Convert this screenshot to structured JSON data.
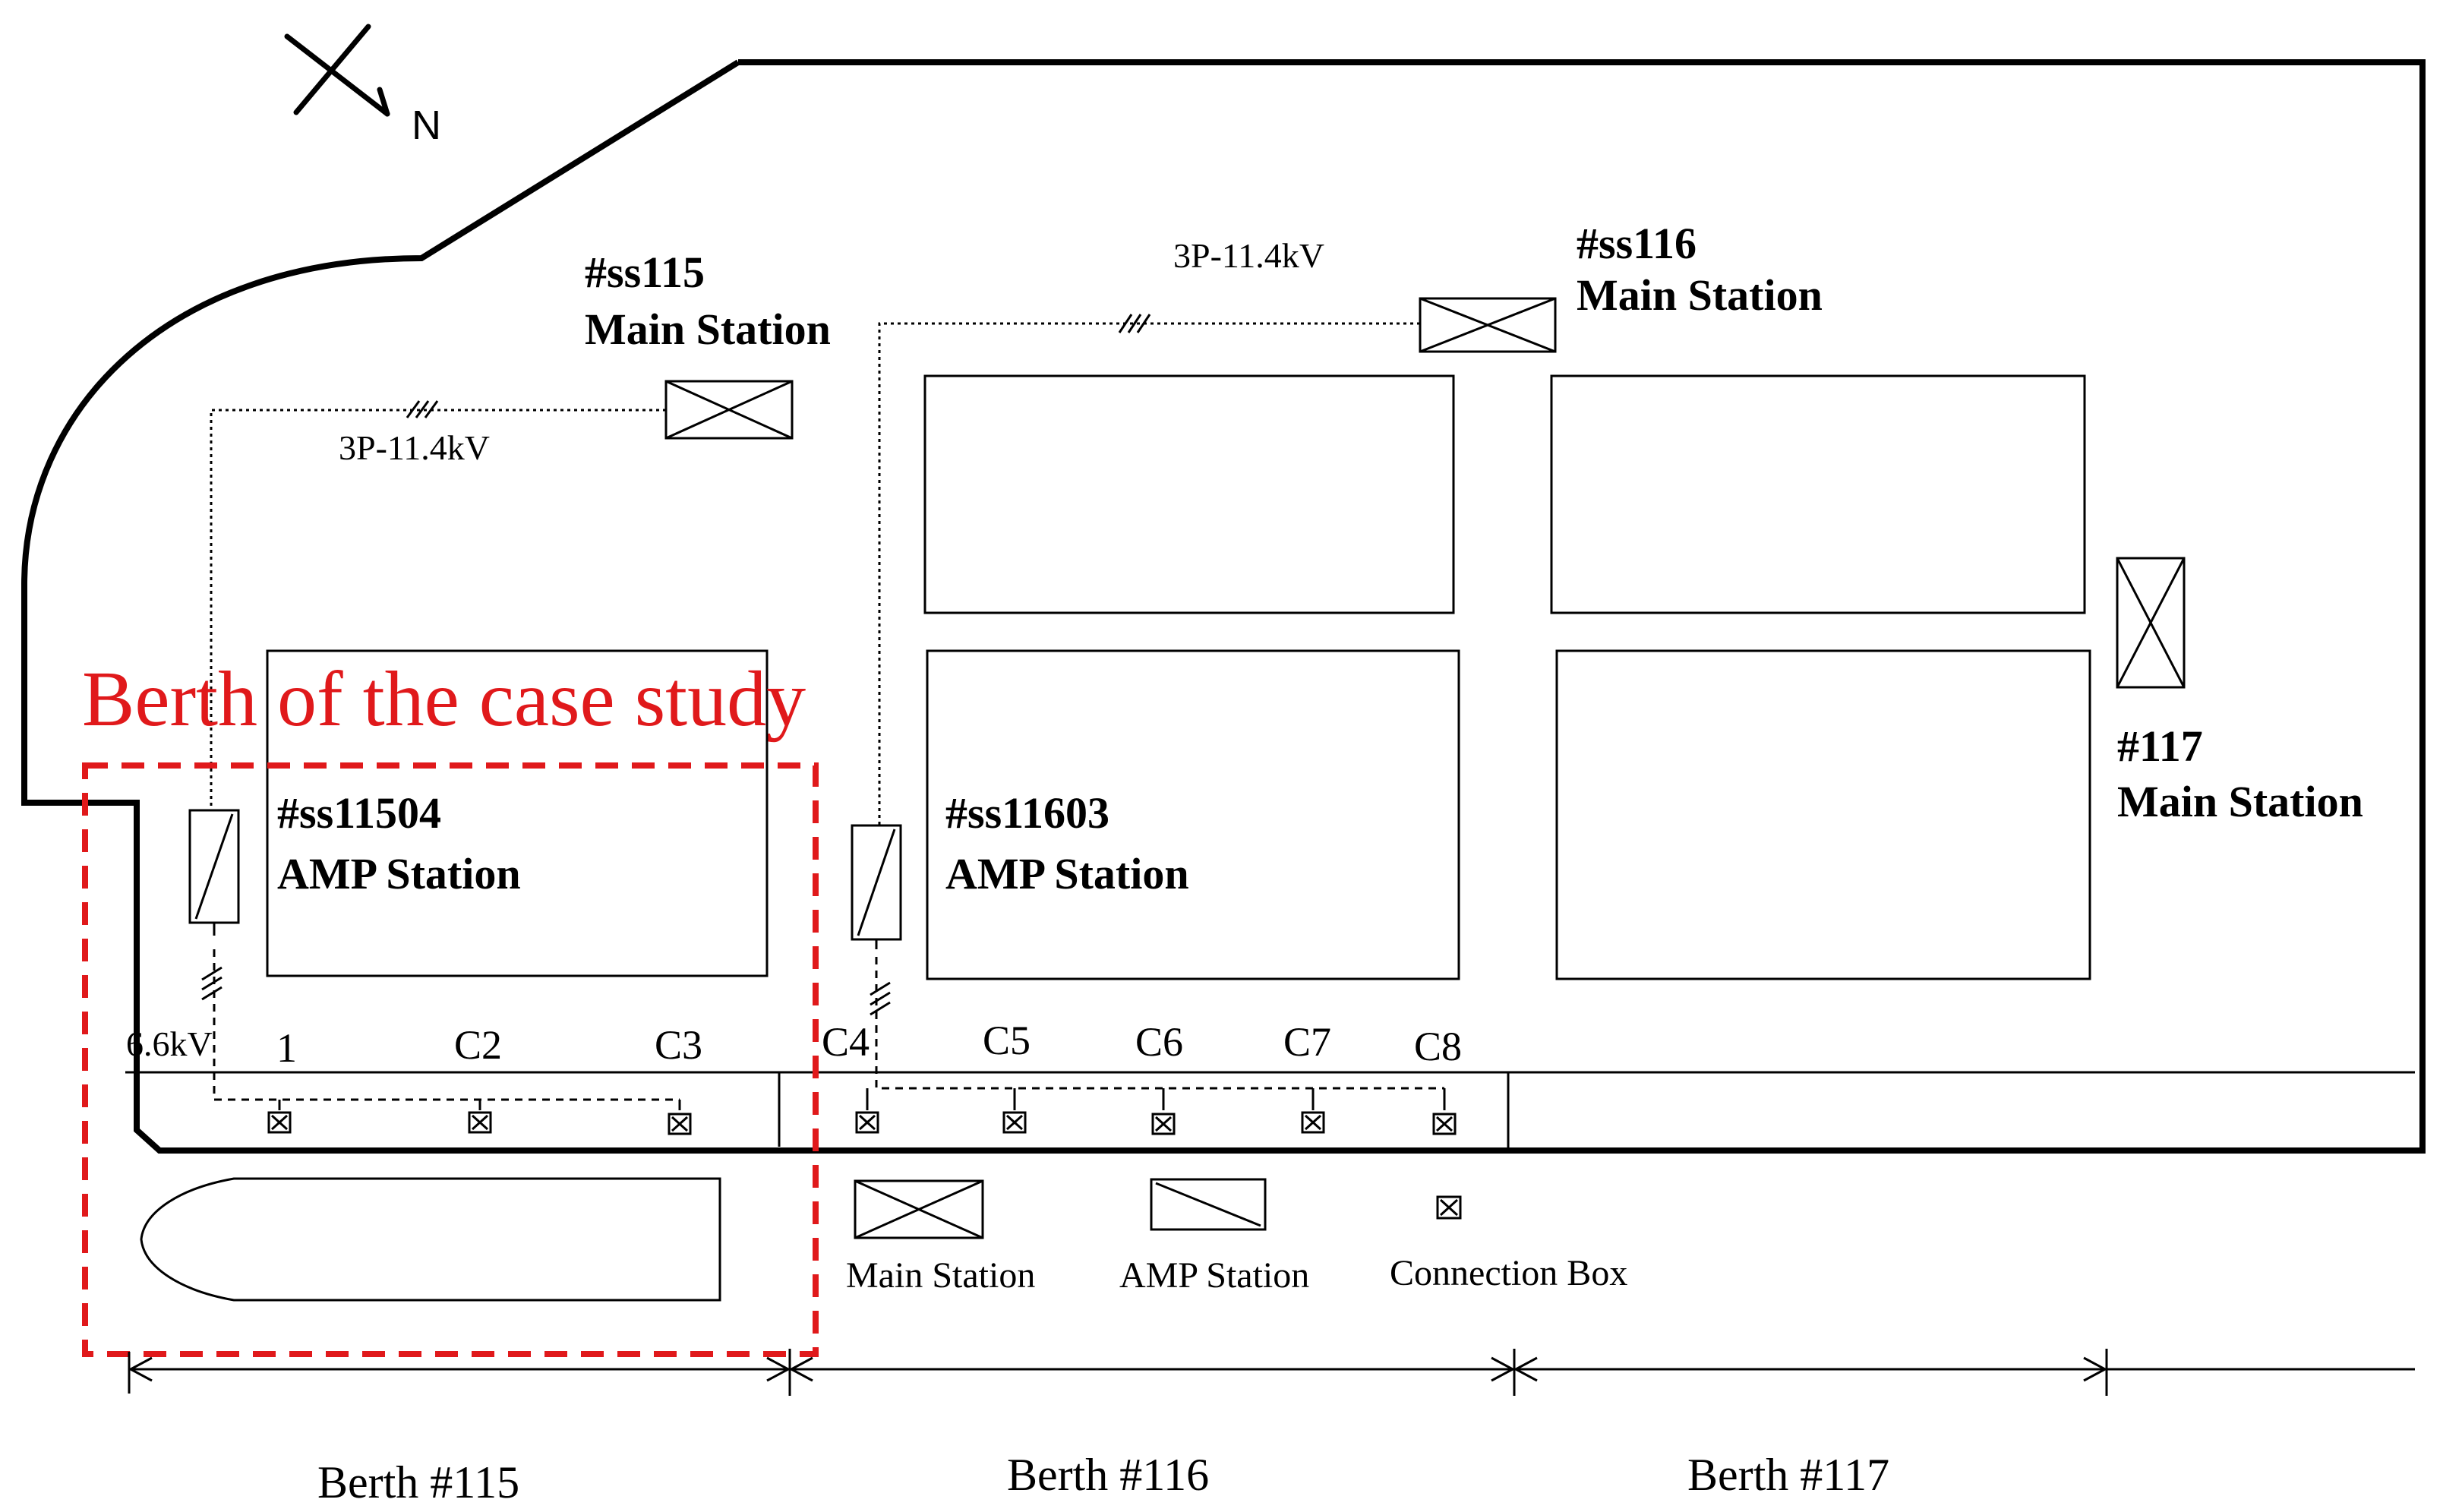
{
  "compass": {
    "label": "N"
  },
  "stations": {
    "ss115": {
      "id": "#ss115",
      "type": "Main Station"
    },
    "ss116": {
      "id": "#ss116",
      "type": "Main Station"
    },
    "ss117": {
      "id": "#117",
      "type": "Main Station"
    },
    "ss11504": {
      "id": "#ss11504",
      "type": "AMP Station"
    },
    "ss11603": {
      "id": "#ss11603",
      "type": "AMP Station"
    }
  },
  "cables": {
    "feeder_115": "3P-11.4kV",
    "feeder_116": "3P-11.4kV",
    "amp_115": "6.6kV"
  },
  "connection_boxes": [
    "1",
    "C2",
    "C3",
    "C4",
    "C5",
    "C6",
    "C7",
    "C8"
  ],
  "case_study": {
    "label": "Berth of the case study",
    "color": "#e0191b"
  },
  "legend": {
    "main_station": "Main Station",
    "amp_station": "AMP Station",
    "connection_box": "Connection Box"
  },
  "berths": [
    "Berth #115",
    "Berth #116",
    "Berth #117"
  ]
}
